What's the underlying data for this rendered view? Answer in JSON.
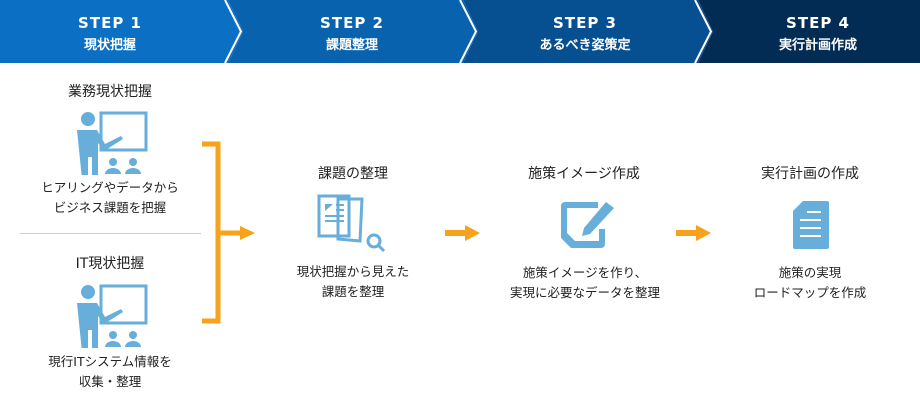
{
  "steps": [
    {
      "num": "STEP 1",
      "label": "現状把握",
      "color": "#0b70c3"
    },
    {
      "num": "STEP 2",
      "label": "課題整理",
      "color": "#0862ad"
    },
    {
      "num": "STEP 3",
      "label": "あるべき姿策定",
      "color": "#064f91"
    },
    {
      "num": "STEP 4",
      "label": "実行計画作成",
      "color": "#032c55"
    }
  ],
  "step1": {
    "business": {
      "title": "業務現状把握",
      "desc1": "ヒアリングやデータから",
      "desc2": "ビジネス課題を把握"
    },
    "it": {
      "title": "IT現状把握",
      "desc1": "現行ITシステム情報を",
      "desc2": "収集・整理"
    }
  },
  "step2": {
    "title": "課題の整理",
    "desc1": "現状把握から見えた",
    "desc2": "課題を整理"
  },
  "step3": {
    "title": "施策イメージ作成",
    "desc1": "施策イメージを作り、",
    "desc2": "実現に必要なデータを整理"
  },
  "step4": {
    "title": "実行計画の作成",
    "desc1": "施策の実現",
    "desc2": "ロードマップを作成"
  },
  "colors": {
    "icon": "#67aedb",
    "arrow": "#f7a21b"
  }
}
